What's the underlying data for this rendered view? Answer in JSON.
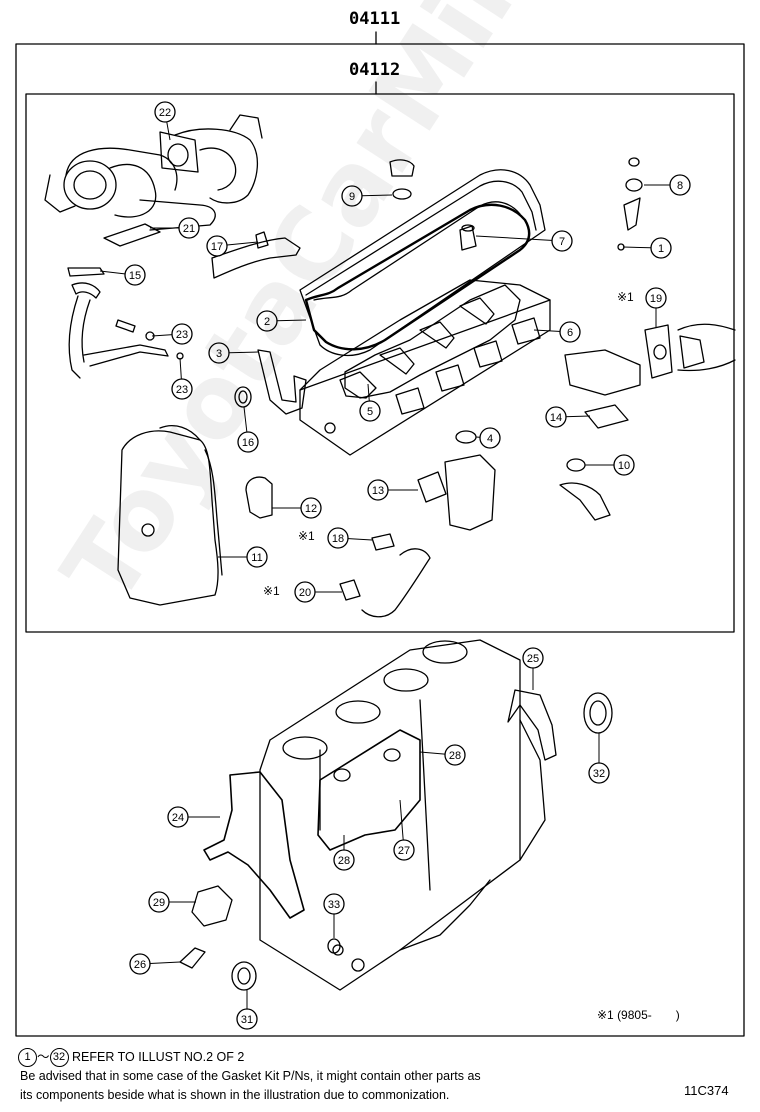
{
  "header": {
    "kit_outer_pn": "04111",
    "kit_inner_pn": "04112"
  },
  "callouts": [
    {
      "id": "1",
      "label": "1"
    },
    {
      "id": "2",
      "label": "2"
    },
    {
      "id": "3",
      "label": "3"
    },
    {
      "id": "4",
      "label": "4"
    },
    {
      "id": "5",
      "label": "5"
    },
    {
      "id": "6",
      "label": "6"
    },
    {
      "id": "7",
      "label": "7"
    },
    {
      "id": "8",
      "label": "8"
    },
    {
      "id": "9",
      "label": "9"
    },
    {
      "id": "10",
      "label": "10"
    },
    {
      "id": "11",
      "label": "11"
    },
    {
      "id": "12",
      "label": "12"
    },
    {
      "id": "13",
      "label": "13"
    },
    {
      "id": "14",
      "label": "14"
    },
    {
      "id": "15",
      "label": "15"
    },
    {
      "id": "16",
      "label": "16"
    },
    {
      "id": "17",
      "label": "17"
    },
    {
      "id": "18",
      "label": "18"
    },
    {
      "id": "19",
      "label": "19"
    },
    {
      "id": "20",
      "label": "20"
    },
    {
      "id": "21",
      "label": "21"
    },
    {
      "id": "22",
      "label": "22"
    },
    {
      "id": "23a",
      "label": "23"
    },
    {
      "id": "23b",
      "label": "23"
    },
    {
      "id": "24",
      "label": "24"
    },
    {
      "id": "25",
      "label": "25"
    },
    {
      "id": "26",
      "label": "26"
    },
    {
      "id": "27",
      "label": "27"
    },
    {
      "id": "28a",
      "label": "28"
    },
    {
      "id": "28b",
      "label": "28"
    },
    {
      "id": "29",
      "label": "29"
    },
    {
      "id": "31",
      "label": "31"
    },
    {
      "id": "32",
      "label": "32"
    },
    {
      "id": "33",
      "label": "33"
    }
  ],
  "asterisk_mark": "※1",
  "footnote_applicability": "※1 (9805-　　)",
  "refer_note": {
    "from": "1",
    "tilde": "～",
    "to": "32",
    "text": "REFER TO ILLUST NO.2 OF 2"
  },
  "advisory_line1": "Be advised that in some case of the Gasket Kit P/Ns,  it might contain other parts as",
  "advisory_line2": "its components beside what is shown in the illustration due to commonization.",
  "illustration_code": "11C374",
  "watermark": "ToyotaCarMine.ru"
}
